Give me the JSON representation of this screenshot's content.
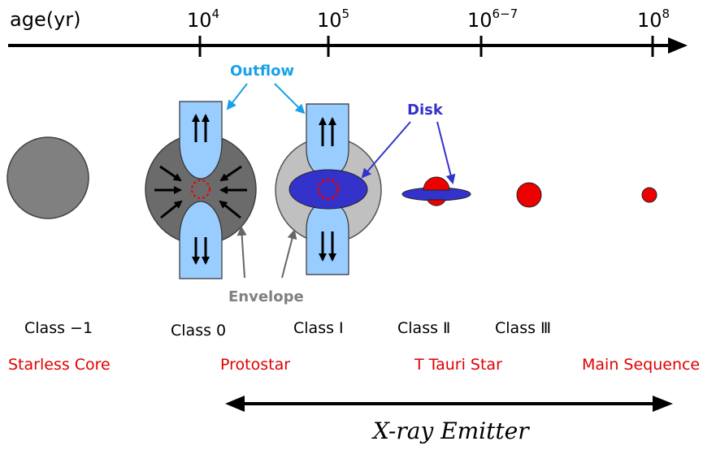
{
  "axis": {
    "label": "age(yr)",
    "ticks": [
      {
        "base": "10",
        "exp": "4"
      },
      {
        "base": "10",
        "exp": "5"
      },
      {
        "base": "10",
        "exp": "6−7"
      },
      {
        "base": "10",
        "exp": "8"
      }
    ]
  },
  "annotations": {
    "outflow": "Outflow",
    "disk": "Disk",
    "envelope": "Envelope"
  },
  "classes": [
    "Class −1",
    "Class 0",
    "Class Ⅰ",
    "Class Ⅱ",
    "Class Ⅲ"
  ],
  "stages": [
    "Starless Core",
    "Protostar",
    "T Tauri Star",
    "Main Sequence"
  ],
  "emitter_label": "X-ray Emitter",
  "colors": {
    "text": "#000000",
    "stage_red": "#e00000",
    "outflow_blue": "#1aa0e8",
    "outflow_fill": "#99ccff",
    "disk_blue": "#3333cc",
    "core_gray": "#808080",
    "env_dark": "#6b6b6b",
    "env_light": "#c0c0c0",
    "star_red": "#ee0000",
    "envelope_label": "#808080"
  }
}
